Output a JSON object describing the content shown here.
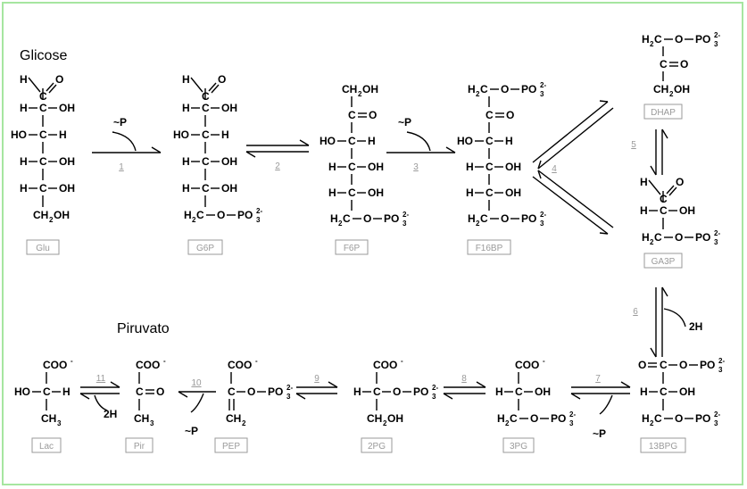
{
  "titles": {
    "start": "Glicose",
    "end": "Piruvato"
  },
  "molecules": [
    {
      "key": "glu",
      "label": "Glu",
      "lines": [
        "H-C=O",
        "H-C-OH",
        "HO-C-H",
        "H-C-OH",
        "H-C-OH",
        "CH2OH"
      ]
    },
    {
      "key": "g6p",
      "label": "G6P",
      "lines": [
        "H-C=O",
        "H-C-OH",
        "HO-C-H",
        "H-C-OH",
        "H-C-OH",
        "H2C-O-PO3 2-"
      ]
    },
    {
      "key": "f6p",
      "label": "F6P",
      "lines": [
        "CH2OH",
        "C=O",
        "HO-C-H",
        "H-C-OH",
        "H-C-OH",
        "H2C-O-PO3 2-"
      ]
    },
    {
      "key": "f16bp",
      "label": "F16BP",
      "lines": [
        "H2C-O-PO3 2-",
        "C=O",
        "HO-C-H",
        "H-C-OH",
        "H-C-OH",
        "H2C-O-PO3 2-"
      ]
    },
    {
      "key": "dhap",
      "label": "DHAP",
      "lines": [
        "H2C-O-PO3 2-",
        "C=O",
        "CH2OH"
      ]
    },
    {
      "key": "ga3p",
      "label": "GA3P",
      "lines": [
        "H-C=O",
        "H-C-OH",
        "H2C-O-PO3 2-"
      ]
    },
    {
      "key": "bpg13",
      "label": "13BPG",
      "lines": [
        "O=C-O-PO3 2-",
        "H-C-OH",
        "H2C-O-PO3 2-"
      ]
    },
    {
      "key": "pg3",
      "label": "3PG",
      "lines": [
        "COO-",
        "H-C-OH",
        "H2C-O-PO3 2-"
      ]
    },
    {
      "key": "pg2",
      "label": "2PG",
      "lines": [
        "COO-",
        "H-C-O-PO3 2-",
        "CH2OH"
      ]
    },
    {
      "key": "pep",
      "label": "PEP",
      "lines": [
        "COO-",
        "C-O-PO3 2-",
        "CH2"
      ]
    },
    {
      "key": "pir",
      "label": "Pir",
      "lines": [
        "COO-",
        "C=O",
        "CH3"
      ]
    },
    {
      "key": "lac",
      "label": "Lac",
      "lines": [
        "COO-",
        "HO-C-H",
        "CH3"
      ]
    }
  ],
  "steps": [
    "1",
    "2",
    "3",
    "4",
    "5",
    "6",
    "7",
    "8",
    "9",
    "10",
    "11"
  ],
  "side": {
    "phosphate": "~P",
    "hydrogen": "2H"
  },
  "colors": {
    "border": "#a6e6a0",
    "label": "#9a9a9a",
    "ink": "#000000"
  }
}
